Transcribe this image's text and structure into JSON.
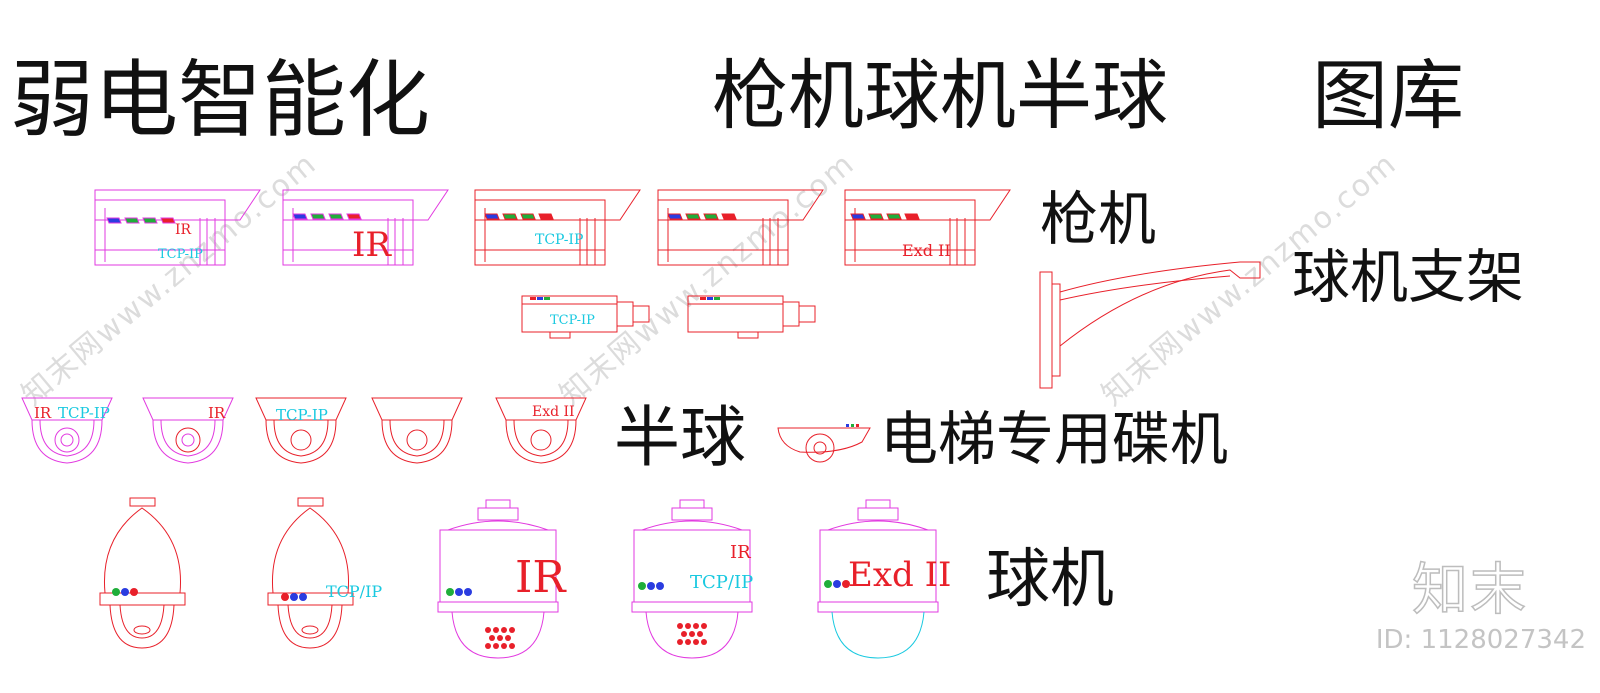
{
  "titles": {
    "left": "弱电智能化",
    "middle": "枪机球机半球",
    "right": "图库"
  },
  "labels": {
    "bullet": "枪机",
    "bracket": "球机支架",
    "dome": "半球",
    "elevator": "电梯专用碟机",
    "speed_dome": "球机"
  },
  "device_marks": {
    "ir": "IR",
    "tcp_ip": "TCP-IP",
    "tcp_slash_ip": "TCP/IP",
    "exd": "Exd II"
  },
  "watermark": {
    "site": "知末网www.znzmo.com",
    "brand": "知末",
    "id": "ID: 1128027342"
  },
  "colors": {
    "magenta": "#e23ae0",
    "red": "#e8202a",
    "cyan": "#19c9e0",
    "blue": "#2a3ce0",
    "green": "#1fae3a"
  }
}
